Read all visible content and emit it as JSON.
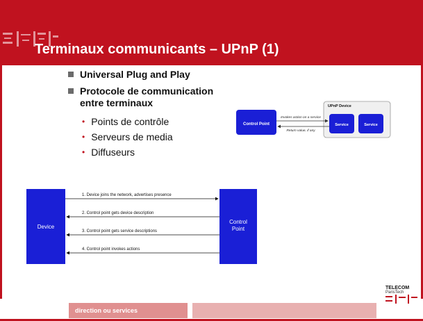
{
  "slide": {
    "title": "Terminaux communicants – UPnP (1)",
    "bullets": [
      "Universal Plug and Play",
      "Protocole de communication entre terminaux"
    ],
    "sub_bullets": [
      "Points de contrôle",
      "Serveurs de media",
      "Diffuseurs"
    ]
  },
  "figure_top": {
    "control_point": "Control Point",
    "device_title": "UPnP Device",
    "service_1": "Service",
    "service_2": "Service",
    "arrow_forward": "Invokes action on a service",
    "arrow_back": "Return value, if any"
  },
  "figure_bottom": {
    "device": "Device",
    "control_point_line1": "Control",
    "control_point_line2": "Point",
    "steps": [
      "1. Device joins the network, advertises presence",
      "2. Control point gets device description",
      "3. Control point gets service descriptions",
      "4. Control point invokes actions"
    ]
  },
  "footer": {
    "text": "direction ou services",
    "logo_line1": "TELECOM",
    "logo_line2": "ParisTech"
  },
  "colors": {
    "brand_red": "#c0121f",
    "diagram_blue": "#1a1fd6"
  }
}
